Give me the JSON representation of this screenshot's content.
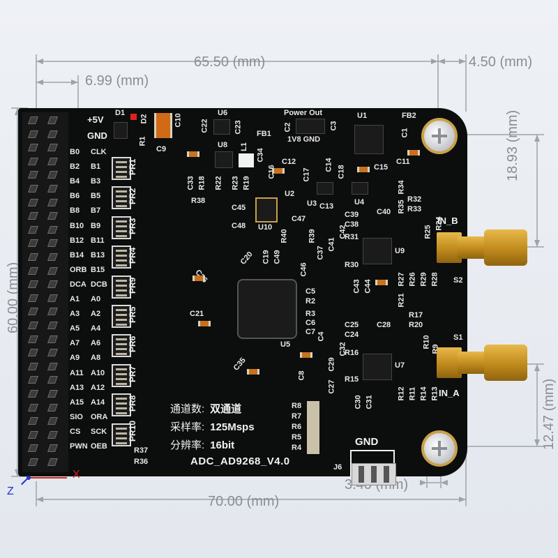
{
  "dimensions": {
    "top_total": "65.50 (mm)",
    "top_right": "4.50 (mm)",
    "top_left_offset": "6.99 (mm)",
    "right_upper": "18.93 (mm)",
    "right_lower": "12.47 (mm)",
    "left_height": "60.00 (mm)",
    "bottom_total": "70.00 (mm)",
    "bottom_small": "3.40 (mm)"
  },
  "axes": {
    "z": "Z",
    "x": "X"
  },
  "board": {
    "title": "ADC_AD9268_V4.0",
    "spec_lines": [
      {
        "label": "通道数:",
        "value": "双通道"
      },
      {
        "label": "采样率:",
        "value": "125Msps"
      },
      {
        "label": "分辨率:",
        "value": "16bit"
      }
    ],
    "power_label": "+5V",
    "gnd_label": "GND",
    "power_out_label": "Power Out",
    "power_out_pins": "1V8 GND",
    "gnd_header": "GND",
    "in_b": "IN_B",
    "in_a": "IN_A",
    "s1": "S1",
    "s2": "S2",
    "j6": "J6",
    "header_rows": [
      [
        "B0",
        "CLK"
      ],
      [
        "B2",
        "B1"
      ],
      [
        "B4",
        "B3"
      ],
      [
        "B6",
        "B5"
      ],
      [
        "B8",
        "B7"
      ],
      [
        "B10",
        "B9"
      ],
      [
        "B12",
        "B11"
      ],
      [
        "B14",
        "B13"
      ],
      [
        "ORB",
        "B15"
      ],
      [
        "DCA",
        "DCB"
      ],
      [
        "A1",
        "A0"
      ],
      [
        "A3",
        "A2"
      ],
      [
        "A5",
        "A4"
      ],
      [
        "A7",
        "A6"
      ],
      [
        "A9",
        "A8"
      ],
      [
        "A11",
        "A10"
      ],
      [
        "A13",
        "A12"
      ],
      [
        "A15",
        "A14"
      ],
      [
        "SIO",
        "ORA"
      ],
      [
        "CS",
        "SCK"
      ],
      [
        "PWN",
        "OEB"
      ]
    ],
    "resistor_packs": [
      "PR1",
      "PR2",
      "PR3",
      "PR4",
      "PR9",
      "PR5",
      "PR6",
      "PR7",
      "PR8",
      "PR10"
    ],
    "refdes": {
      "D1": "D1",
      "D2": "D2",
      "R1": "R1",
      "C9": "C9",
      "C10": "C10",
      "C22": "C22",
      "U6": "U6",
      "C23": "C23",
      "FB1": "FB1",
      "C2": "C2",
      "C3": "C3",
      "U1": "U1",
      "FB2": "FB2",
      "C1": "C1",
      "C11": "C11",
      "U8": "U8",
      "L1": "L1",
      "C34": "C34",
      "C12": "C12",
      "C16": "C16",
      "C17": "C17",
      "C14": "C14",
      "C18": "C18",
      "C15": "C15",
      "C33": "C33",
      "R18": "R18",
      "R22": "R22",
      "R23": "R23",
      "R19": "R19",
      "U2": "U2",
      "U3": "U3",
      "C13": "C13",
      "U4": "U4",
      "R38": "R38",
      "C45": "C45",
      "C48": "C48",
      "U10": "U10",
      "R34": "R34",
      "R32": "R32",
      "R35": "R35",
      "R33": "R33",
      "C39": "C39",
      "C40": "C40",
      "C38": "C38",
      "C47": "C47",
      "R40": "R40",
      "R39": "R39",
      "C41": "C41",
      "C42": "C42",
      "R24": "R24",
      "R25": "R25",
      "R31": "R31",
      "C19": "C19",
      "C49": "C49",
      "C20": "C20",
      "C37": "C37",
      "C46": "C46",
      "U9": "U9",
      "R30": "R30",
      "C43": "C43",
      "C44": "C44",
      "R27": "R27",
      "R26": "R26",
      "R29": "R29",
      "R28": "R28",
      "C36": "C36",
      "C5": "C5",
      "R2": "R2",
      "R21": "R21",
      "R3": "R3",
      "C6": "C6",
      "C4": "C4",
      "C21": "C21",
      "U5": "U5",
      "C25": "C25",
      "C24": "C24",
      "C28": "C28",
      "R17": "R17",
      "R20": "R20",
      "R10": "R10",
      "R9": "R9",
      "C32": "C32",
      "C29": "C29",
      "R16": "R16",
      "C35": "C35",
      "C8": "C8",
      "C27": "C27",
      "R15": "R15",
      "U7": "U7",
      "R12": "R12",
      "R11": "R11",
      "R14": "R14",
      "R13": "R13",
      "C30": "C30",
      "C31": "C31",
      "R8": "R8",
      "R7": "R7",
      "R6": "R6",
      "R5": "R5",
      "R4": "R4",
      "R37": "R37",
      "R36": "R36",
      "C7": "C7"
    }
  },
  "colors": {
    "board": "#0c0d0d",
    "silk": "#f2f2f2",
    "gold": "#c9a14a",
    "dim_line": "#8a8e94",
    "cap": "#c8711f",
    "led_red": "#e0231a"
  }
}
